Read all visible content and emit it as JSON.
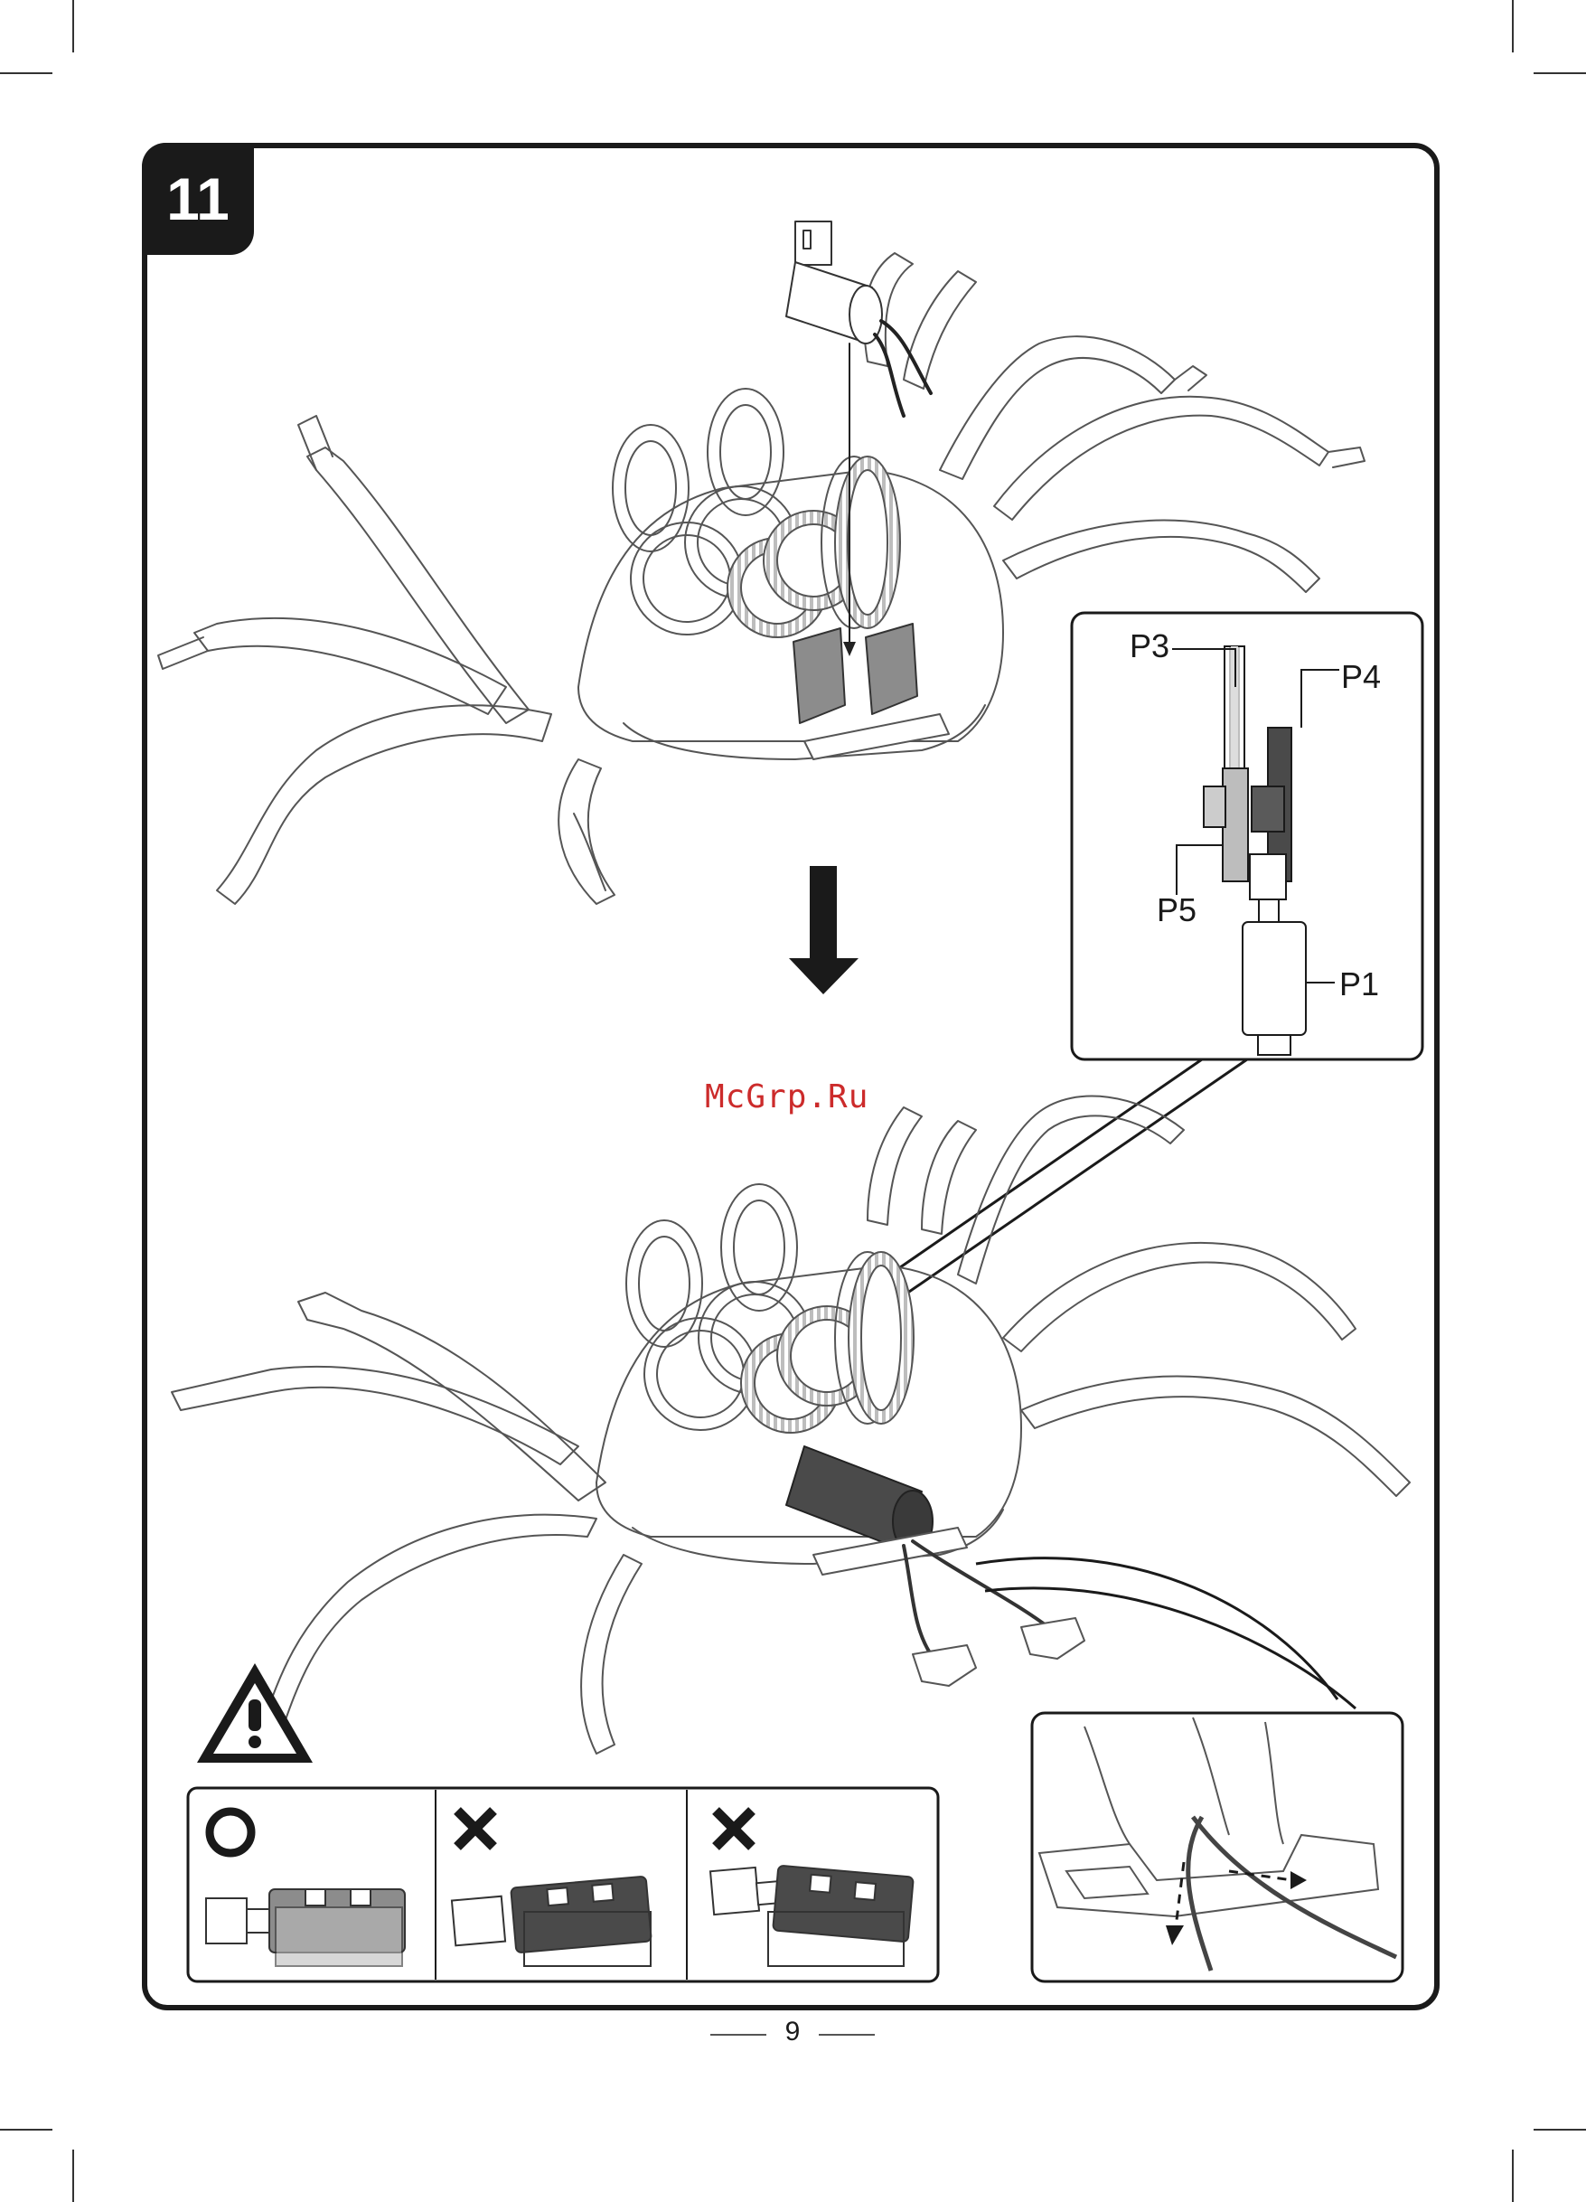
{
  "step": {
    "number": "11"
  },
  "watermark": "McGrp.Ru",
  "detail": {
    "labels": {
      "p3": "P3",
      "p4": "P4",
      "p5": "P5",
      "p1": "P1"
    }
  },
  "page": {
    "number": "9"
  },
  "icons": {
    "warning": "warning-triangle-icon",
    "correct": "circle-correct-icon",
    "wrong": "cross-wrong-icon",
    "down_arrow": "down-arrow-icon"
  },
  "colors": {
    "outline": "#1a1a1a",
    "part_gray": "#8c8c8c",
    "motor_dark": "#4a4a4a",
    "watermark": "#cc2b2b"
  }
}
